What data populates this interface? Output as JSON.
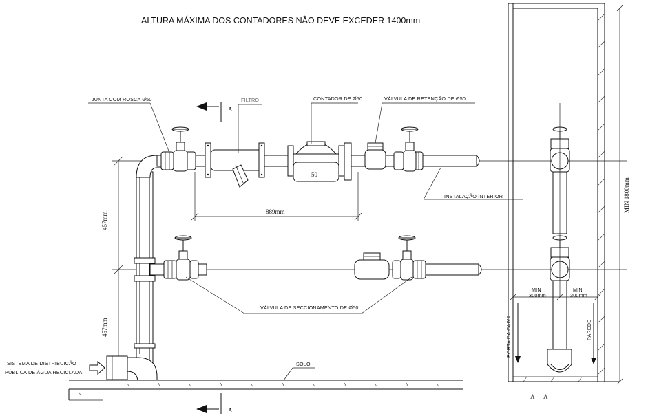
{
  "title": "ALTURA MÁXIMA DOS CONTADORES NÃO DEVE EXCEDER 1400mm",
  "labels": {
    "junta": "JUNTA COM ROSCA Ø50",
    "filtro": "FILTRO",
    "contador": "CONTADOR DE Ø50",
    "valvula_retencao": "VÁLVULA DE RETENÇÃO DE Ø50",
    "instalacao_interior": "INSTALAÇÃO INTERIOR",
    "valvula_seccionamento": "VÁLVULA DE SECCIONAMENTO DE Ø50",
    "sistema_line1": "SISTEMA DE DISTRIBUIÇÃO",
    "sistema_line2": "PÚBLICA DE ÁGUA RECICLADA",
    "solo": "SOLO",
    "meter_number": "50"
  },
  "dimensions": {
    "length_889": "889mm",
    "height_457_upper": "457mm",
    "height_457_lower": "457mm",
    "min_1800": "MIN 1800mm",
    "min_300_left_a": "MIN",
    "min_300_left_b": "300mm",
    "min_300_right_a": "MIN",
    "min_300_right_b": "300mm"
  },
  "section": {
    "cut_label_top": "A",
    "cut_label_bottom": "A",
    "section_title": "A — A",
    "porta_da_caixa": "PORTA DA CAIXA",
    "parede": "PAREDE"
  }
}
